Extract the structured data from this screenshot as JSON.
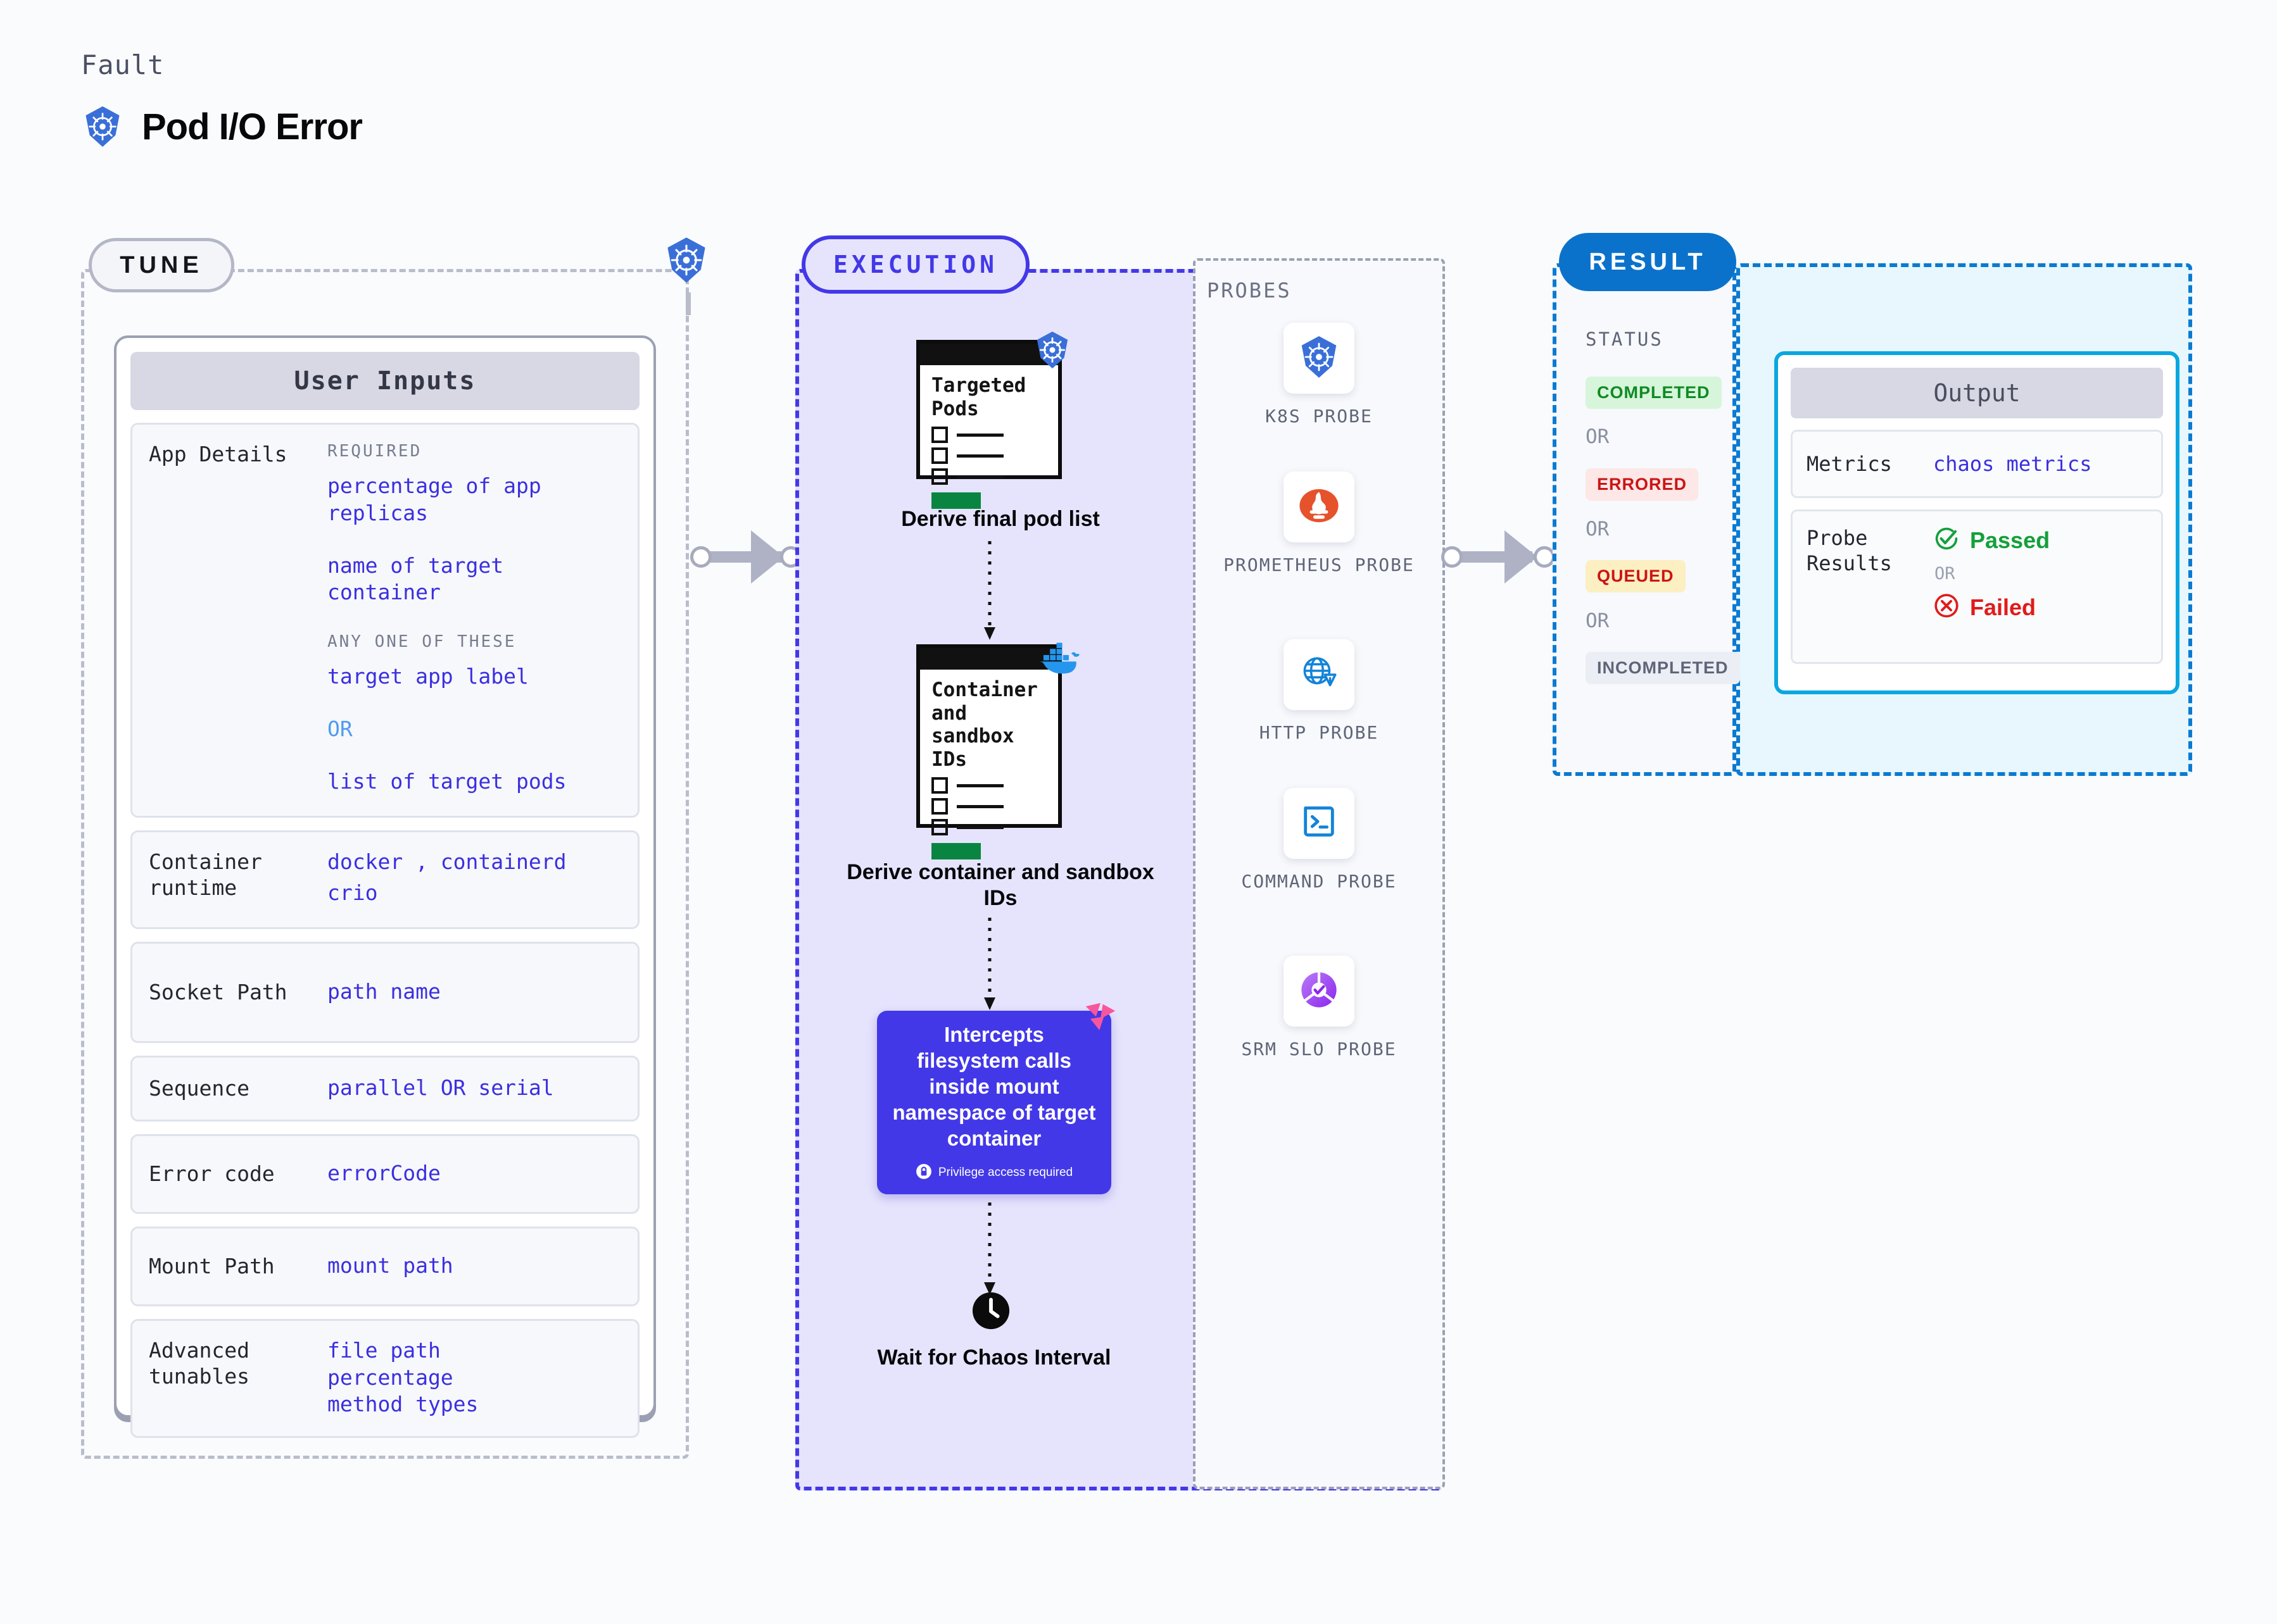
{
  "header": {
    "kicker": "Fault",
    "title": "Pod I/O Error",
    "icon": "kubernetes-icon"
  },
  "stages": {
    "tune": {
      "pill": "TUNE"
    },
    "execution": {
      "pill": "EXECUTION"
    },
    "probes": {
      "title": "PROBES"
    },
    "result": {
      "pill": "RESULT"
    }
  },
  "user_inputs": {
    "card_title": "User Inputs",
    "fields": [
      {
        "label": "App Details",
        "groups": [
          {
            "subhead": "REQUIRED",
            "values": [
              "percentage of app replicas",
              "name of target container"
            ]
          },
          {
            "subhead": "ANY ONE OF THESE",
            "values": [
              "target app label",
              "OR",
              "list of target pods"
            ]
          }
        ]
      },
      {
        "label": "Container runtime",
        "values": [
          "docker , containerd",
          "crio"
        ]
      },
      {
        "label": "Socket Path",
        "values": [
          "path name"
        ]
      },
      {
        "label": "Sequence",
        "values": [
          "parallel OR serial"
        ]
      },
      {
        "label": "Error code",
        "values": [
          "errorCode"
        ]
      },
      {
        "label": "Mount Path",
        "values": [
          "mount path"
        ]
      },
      {
        "label": "Advanced tunables",
        "values": [
          "file path",
          "percentage",
          "method types"
        ]
      }
    ]
  },
  "execution": {
    "step1": {
      "doc_title": "Targeted Pods",
      "badge_icon": "kubernetes-icon",
      "caption": "Derive final pod list"
    },
    "step2": {
      "doc_title": "Container and sandbox IDs",
      "badge_icon": "docker-icon",
      "caption": "Derive container and sandbox IDs"
    },
    "step3": {
      "text": "Intercepts filesystem calls inside mount namespace of target container",
      "privilege_note": "Privilege access required",
      "privilege_icon": "lock-icon",
      "corner_icon": "litmus-icon"
    },
    "step4": {
      "icon": "clock-icon",
      "caption": "Wait for Chaos Interval"
    }
  },
  "probes": [
    {
      "label": "K8S PROBE",
      "icon": "kubernetes-icon"
    },
    {
      "label": "PROMETHEUS PROBE",
      "icon": "prometheus-icon"
    },
    {
      "label": "HTTP PROBE",
      "icon": "globe-warning-icon"
    },
    {
      "label": "COMMAND PROBE",
      "icon": "terminal-icon"
    },
    {
      "label": "SRM SLO PROBE",
      "icon": "srm-slo-icon"
    }
  ],
  "result": {
    "status_title": "STATUS",
    "or_label": "OR",
    "statuses": [
      {
        "label": "COMPLETED",
        "bg": "#d7f5da",
        "fg": "#0e8a25"
      },
      {
        "label": "ERRORED",
        "bg": "#fde7e7",
        "fg": "#cc1414"
      },
      {
        "label": "QUEUED",
        "bg": "#fcefc2",
        "fg": "#cc1414"
      },
      {
        "label": "INCOMPLETED",
        "bg": "#eceef5",
        "fg": "#5f6578"
      }
    ],
    "output": {
      "card_title": "Output",
      "metrics_label": "Metrics",
      "metrics_value": "chaos metrics",
      "probe_results_label": "Probe Results",
      "passed_label": "Passed",
      "failed_label": "Failed",
      "or_label": "OR",
      "passed_icon": "check-circle-icon",
      "failed_icon": "x-circle-icon"
    }
  },
  "colors": {
    "kubernetes_blue": "#3a6fd8",
    "execution_purple": "#4338e8",
    "result_blue": "#0b72cb",
    "output_cyan": "#0aa7e0",
    "mono_value_blue": "#3b2fe0"
  }
}
